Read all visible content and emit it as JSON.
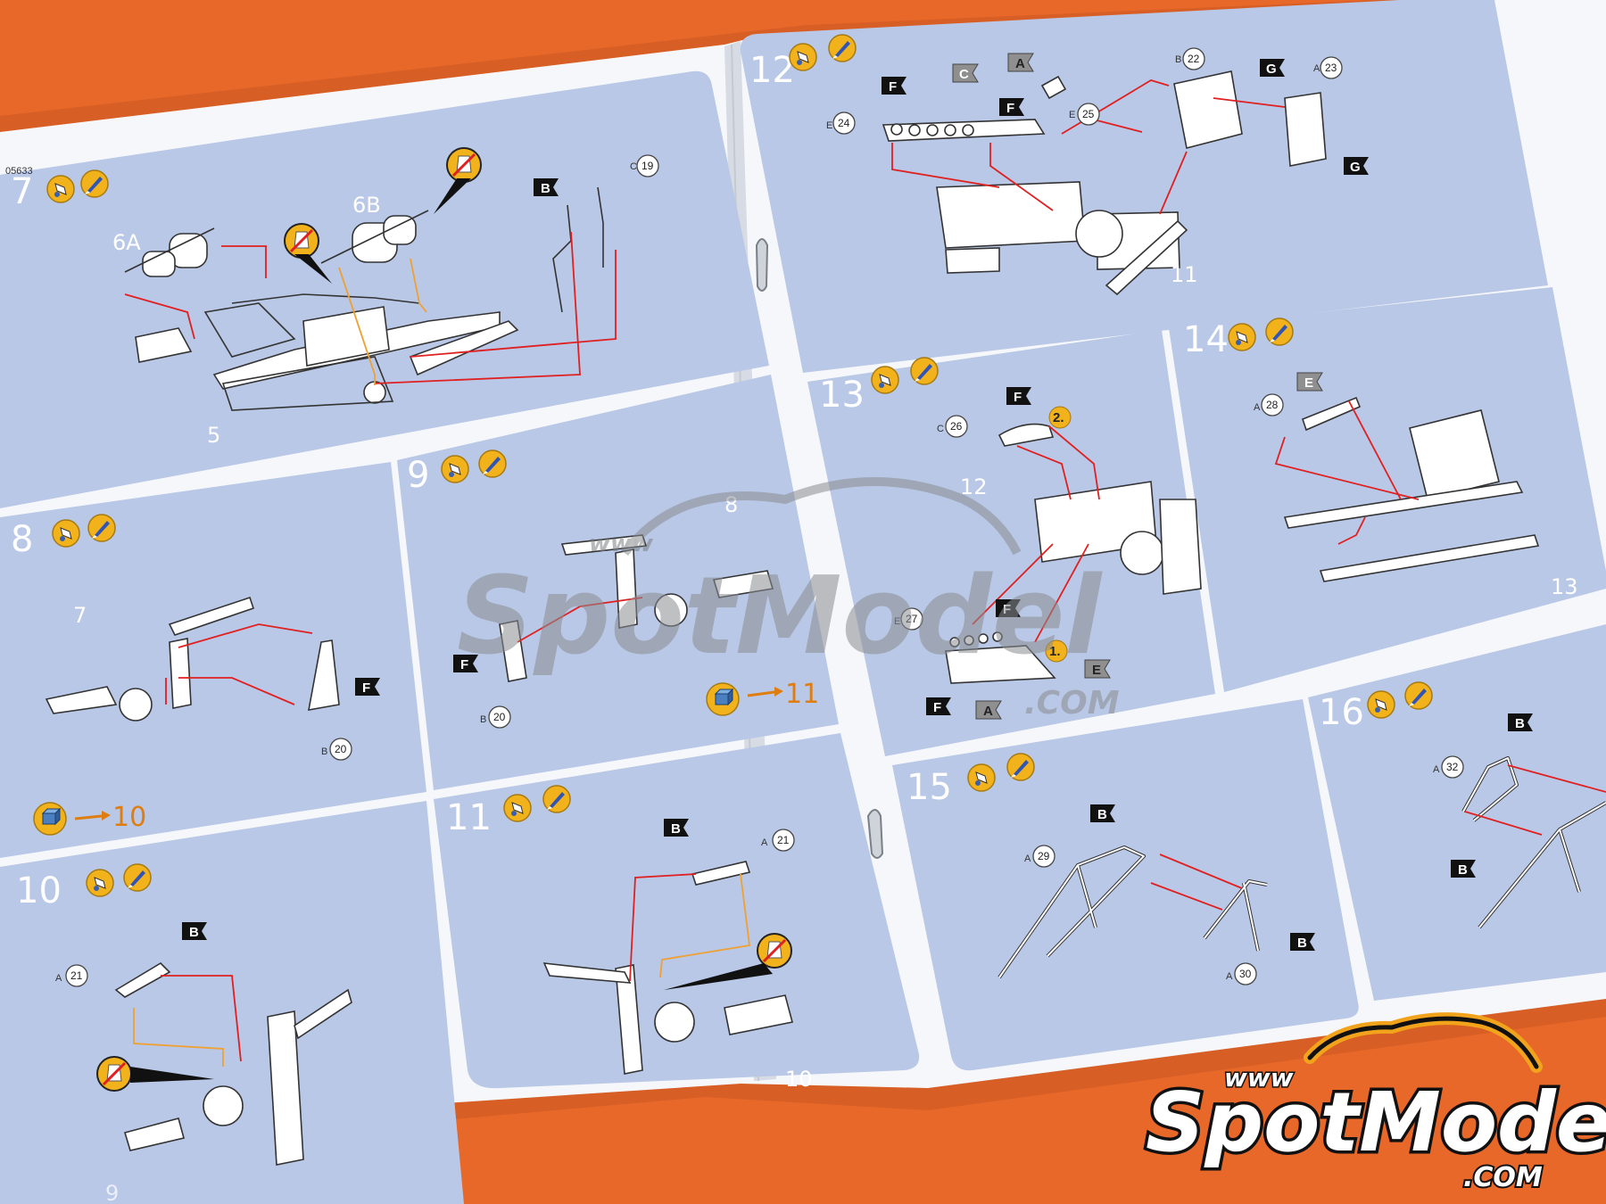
{
  "sheet_code": "05633",
  "steps": [
    {
      "num": "7",
      "labels": [
        "6A",
        "6B",
        "5"
      ],
      "circles": [
        {
          "letter": "C",
          "num": "19"
        }
      ],
      "flags": [
        "B"
      ]
    },
    {
      "num": "8",
      "labels": [
        "7"
      ],
      "circles": [
        {
          "letter": "B",
          "num": "20"
        }
      ],
      "flags": [
        "F"
      ],
      "note_target": "10"
    },
    {
      "num": "9",
      "labels": [
        "8"
      ],
      "circles": [
        {
          "letter": "B",
          "num": "20"
        }
      ],
      "flags": [
        "F"
      ],
      "note_target": "11"
    },
    {
      "num": "10",
      "labels": [
        "9"
      ],
      "circles": [
        {
          "letter": "A",
          "num": "21"
        }
      ],
      "flags": [
        "B"
      ]
    },
    {
      "num": "11",
      "labels": [
        "10"
      ],
      "circles": [
        {
          "letter": "A",
          "num": "21"
        }
      ],
      "flags": [
        "B"
      ]
    },
    {
      "num": "12",
      "labels": [
        "11"
      ],
      "circles": [
        {
          "letter": "E",
          "num": "24"
        },
        {
          "letter": "E",
          "num": "25"
        },
        {
          "letter": "B",
          "num": "22"
        },
        {
          "letter": "A",
          "num": "23"
        }
      ],
      "flags": [
        "F",
        "F",
        "C",
        "A",
        "G",
        "G"
      ]
    },
    {
      "num": "13",
      "labels": [
        "12"
      ],
      "circles": [
        {
          "letter": "C",
          "num": "26"
        },
        {
          "letter": "E",
          "num": "27"
        }
      ],
      "flags": [
        "F",
        "F",
        "F",
        "A",
        "E"
      ],
      "badges": [
        "2.",
        "1."
      ]
    },
    {
      "num": "14",
      "labels": [
        "13"
      ],
      "circles": [
        {
          "letter": "A",
          "num": "28"
        }
      ],
      "flags": [
        "E"
      ]
    },
    {
      "num": "15",
      "labels": [],
      "circles": [
        {
          "letter": "A",
          "num": "29"
        },
        {
          "letter": "A",
          "num": "30"
        }
      ],
      "flags": [
        "B",
        "B"
      ]
    },
    {
      "num": "16",
      "labels": [],
      "circles": [
        {
          "letter": "A",
          "num": "32"
        }
      ],
      "flags": [
        "B",
        "B"
      ]
    }
  ],
  "watermark": {
    "www": "www",
    "brand": "SpotModel",
    "domain": ".COM"
  },
  "logo": {
    "www": "www",
    "brand": "SpotModel",
    "domain": ".COM"
  },
  "colors": {
    "background": "#e8682a",
    "panel": "#b9c8e6",
    "paper": "#f6f7fa",
    "flag": "#111111",
    "arrow_red": "#e02020",
    "arrow_orange": "#f0a030"
  }
}
